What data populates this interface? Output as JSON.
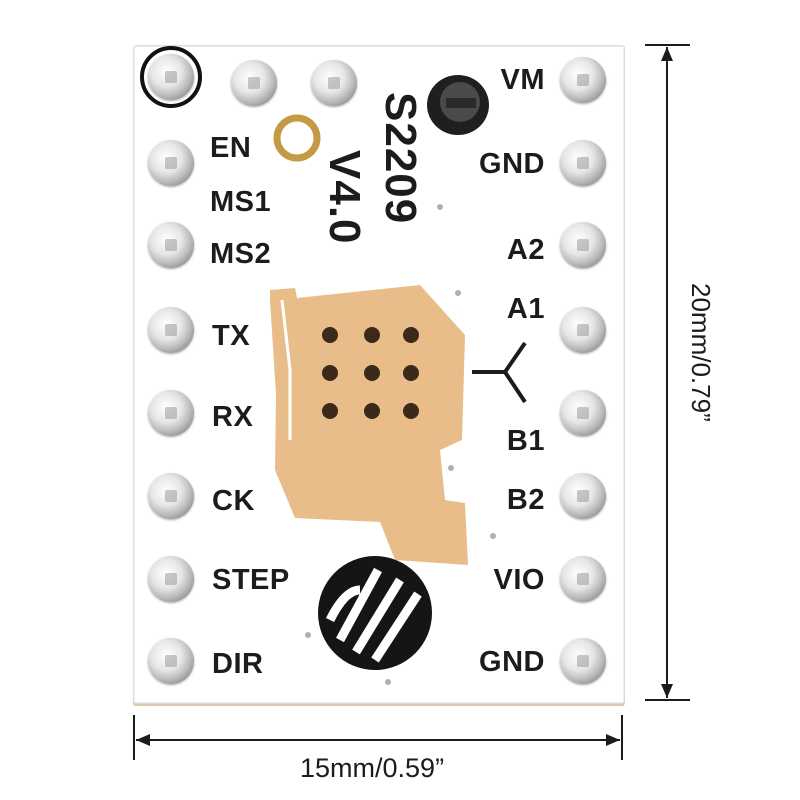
{
  "board": {
    "model": "S2209",
    "version": "V4.0",
    "left_pins": [
      "EN",
      "MS1",
      "MS2",
      "TX",
      "RX",
      "CK",
      "STEP",
      "DIR"
    ],
    "right_pins": [
      "VM",
      "GND",
      "A2",
      "A1",
      "B1",
      "B2",
      "VIO",
      "GND"
    ]
  },
  "dimensions": {
    "width_label": "15mm/0.59”",
    "height_label": "20mm/0.79”"
  },
  "colors": {
    "copper_pad": "#e9bd8a",
    "pcb": "#ffffff",
    "text": "#1c1c1c"
  }
}
